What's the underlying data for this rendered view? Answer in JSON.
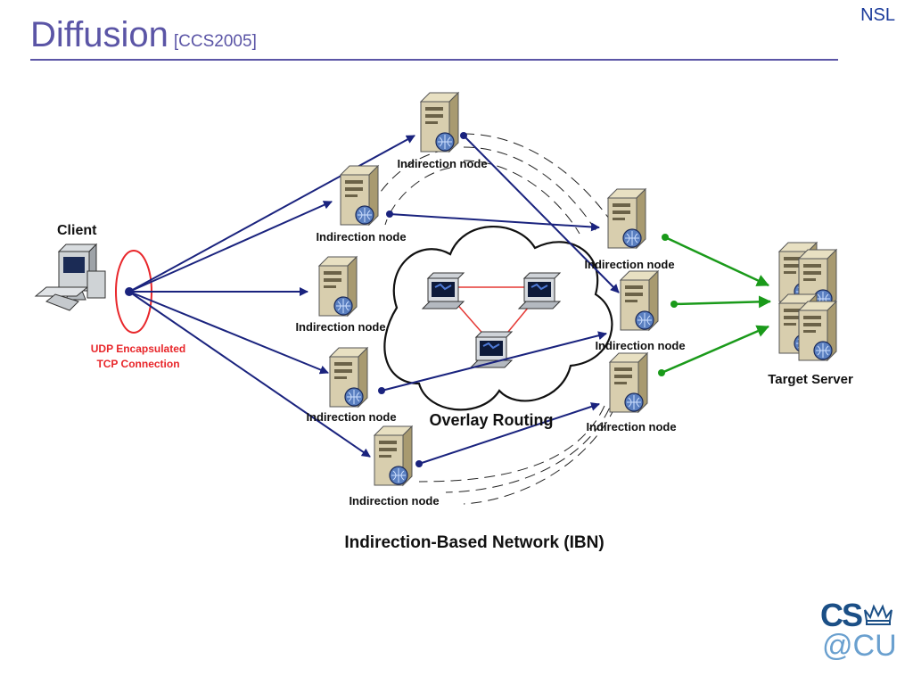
{
  "slide": {
    "title": "Diffusion",
    "citation": "[CCS2005]",
    "corner": "NSL"
  },
  "diagram": {
    "client_label": "Client",
    "encap_label_line1": "UDP Encapsulated",
    "encap_label_line2": "TCP Connection",
    "node_label": "Indirection node",
    "cloud_label": "Overlay Routing",
    "target_label": "Target Server",
    "network_caption": "Indirection-Based Network (IBN)"
  },
  "logo": {
    "line1": "CS",
    "line2": "@CU"
  },
  "colors": {
    "title": "#5b55a6",
    "client_links": "#1a237e",
    "overlay_links": "#e53935",
    "target_links": "#1a9a1a",
    "encap_label": "#e8262a"
  }
}
